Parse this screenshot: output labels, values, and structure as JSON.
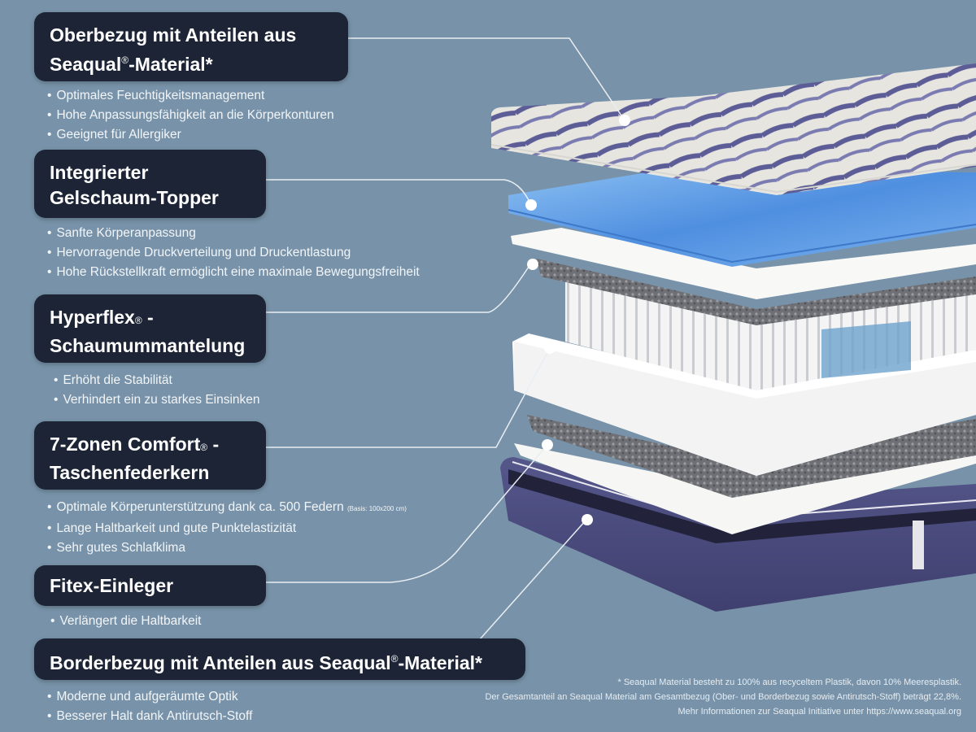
{
  "colors": {
    "background": "#7893a9",
    "label_box": "#1c2435",
    "text": "#ffffff",
    "connector": "#e8eef3",
    "gel_topper": "#5c9be0",
    "border_cover": "#4c4d7e"
  },
  "sections": [
    {
      "title_line1": "Oberbezug mit Anteilen aus",
      "title_line2_pre": "Seaqual",
      "title_line2_reg": "®",
      "title_line2_post": "-Material*",
      "bullets": [
        "Optimales Feuchtigkeitsmanagement",
        "Hohe Anpassungsfähigkeit an die Körperkonturen",
        "Geeignet für Allergiker"
      ]
    },
    {
      "title_line1": "Integrierter",
      "title_line2": "Gelschaum-Topper",
      "bullets": [
        "Sanfte Körperanpassung",
        "Hervorragende Druckverteilung und Druckentlastung",
        "Hohe Rückstellkraft ermöglicht eine maximale Bewegungsfreiheit"
      ]
    },
    {
      "title_line1_pre": "Hyperflex",
      "title_line1_reg": "®",
      "title_line1_post": " -",
      "title_line2": "Schaumummantelung",
      "bullets": [
        "Erhöht die Stabilität",
        "Verhindert ein zu starkes Einsinken"
      ]
    },
    {
      "title_line1_pre": "7-Zonen Comfort",
      "title_line1_reg": "®",
      "title_line1_post": " -",
      "title_line2": "Taschenfederkern",
      "bullets": [
        "Optimale Körperunterstützung dank ca. 500 Federn",
        "Lange Haltbarkeit und gute Punktelastizität",
        "Sehr gutes Schlafklima"
      ],
      "bullet_note": "(Basis: 100x200 cm)"
    },
    {
      "title_line1": "Fitex-Einleger",
      "bullets": [
        "Verlängert die Haltbarkeit"
      ]
    },
    {
      "title_pre": "Borderbezug mit Anteilen aus Seaqual",
      "title_reg": "®",
      "title_post": "-Material*",
      "bullets": [
        "Moderne und aufgeräumte Optik",
        "Besserer Halt dank Antirutsch-Stoff"
      ]
    }
  ],
  "footnote": {
    "line1": "* Seaqual Material besteht zu 100% aus recyceltem Plastik, davon 10% Meeresplastik.",
    "line2": "Der Gesamtanteil an Seaqual Material am Gesamtbezug (Ober- und Borderbezug sowie Antirutsch-Stoff) beträgt 22,8%.",
    "line3": "Mehr Informationen zur Seaqual Initiative unter https://www.seaqual.org"
  },
  "layers": [
    "top-cover",
    "gel-foam-topper",
    "white-foam-sheet",
    "pocket-spring-core",
    "hyperflex-foam-frame",
    "fitex-insert",
    "border-cover"
  ]
}
